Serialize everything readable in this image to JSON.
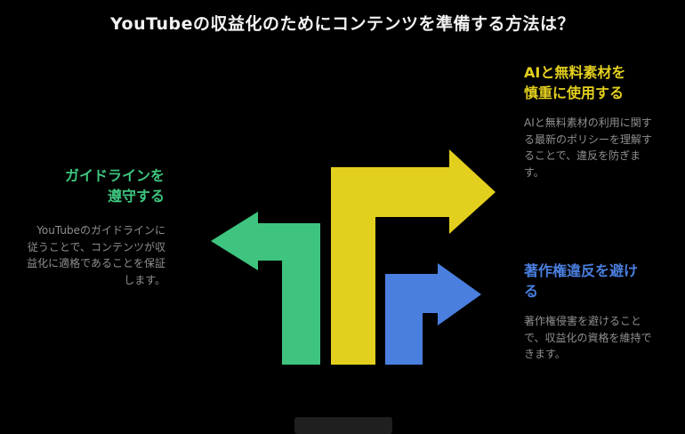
{
  "title": "YouTubeの収益化のためにコンテンツを準備する方法は？",
  "colors": {
    "background": "#000000",
    "title": "#f2f2f2",
    "body_text": "#8f8f8f",
    "green": "#3ec47e",
    "yellow": "#e3cf1e",
    "blue": "#4a7fe0",
    "watermark_bg": "#1f1f1f"
  },
  "sections": {
    "guidelines": {
      "heading": "ガイドラインを\n遵守する",
      "body": "YouTubeのガイドラインに従うことで、コンテンツが収益化に適格であることを保証します。"
    },
    "ai_materials": {
      "heading": "AIと無料素材を\n慎重に使用する",
      "body": "AIと無料素材の利用に関する最新のポリシーを理解することで、違反を防ぎます。"
    },
    "copyright": {
      "heading": "著作権違反を避け\nる",
      "body": "著作権侵害を避けることで、収益化の資格を維持できます。"
    }
  }
}
